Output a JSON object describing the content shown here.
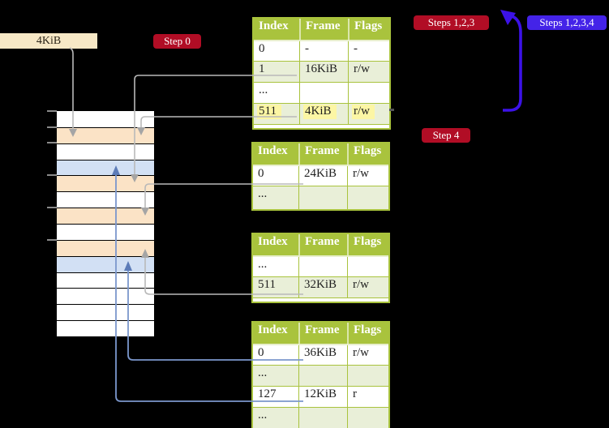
{
  "frame_box": {
    "label": "4KiB"
  },
  "badges": {
    "step0": "Step 0",
    "steps123": "Steps 1,2,3",
    "steps1234": "Steps 1,2,3,4",
    "step4": "Step 4"
  },
  "tables": {
    "headers": [
      "Index",
      "Frame",
      "Flags"
    ],
    "t1_rows": [
      [
        "0",
        "-",
        "-"
      ],
      [
        "1",
        "16KiB",
        "r/w"
      ],
      [
        "...",
        "",
        ""
      ],
      [
        "511",
        "4KiB",
        "r/w"
      ]
    ],
    "t1_highlighted_row": "511",
    "t2_rows": [
      [
        "0",
        "24KiB",
        "r/w"
      ],
      [
        "...",
        "",
        ""
      ]
    ],
    "t3_rows": [
      [
        "...",
        "",
        ""
      ],
      [
        "511",
        "32KiB",
        "r/w"
      ]
    ],
    "t4_rows": [
      [
        "0",
        "36KiB",
        "r/w"
      ],
      [
        "...",
        "",
        ""
      ],
      [
        "127",
        "12KiB",
        "r"
      ],
      [
        "...",
        "",
        ""
      ]
    ]
  },
  "memory": {
    "rows": [
      "white",
      "peach",
      "white",
      "blue",
      "peach",
      "white",
      "peach",
      "white",
      "peach",
      "blue",
      "white",
      "white",
      "white",
      "white"
    ]
  },
  "colors": {
    "background": "#000000",
    "table_header_green": "#a9c33d",
    "table_row_green": "#e9efd8",
    "highlight_yellow": "#fcf6a4",
    "badge_red": "#b10d25",
    "badge_blue": "#4423e8",
    "arrow_violet": "#3c12e8",
    "arrow_gray": "#b9b9b9",
    "arrow_steel_blue": "#7b97cc",
    "memory_peach": "#fbe3c6",
    "memory_blue": "#d2e0f4",
    "frame_box_bg": "#f7e8c6"
  }
}
